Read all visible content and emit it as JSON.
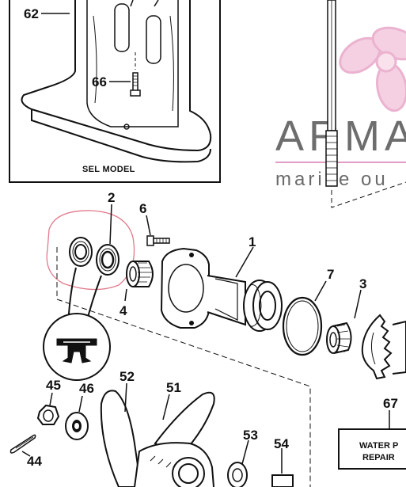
{
  "inset": {
    "title": "SEL MODEL"
  },
  "brand": {
    "name": "ARMA",
    "tagline": "marine ou",
    "accent_color": "#e8a6c8",
    "text_color": "#6d6d6d",
    "line_color": "#d97bb0"
  },
  "callouts": [
    "62",
    "66",
    "2",
    "6",
    "1",
    "7",
    "3",
    "4",
    "52",
    "51",
    "45",
    "46",
    "67",
    "53",
    "54",
    "44"
  ],
  "highlight_color": "#e07a8c",
  "note_box": {
    "line1": "WATER P",
    "line2": "REPAIR"
  }
}
